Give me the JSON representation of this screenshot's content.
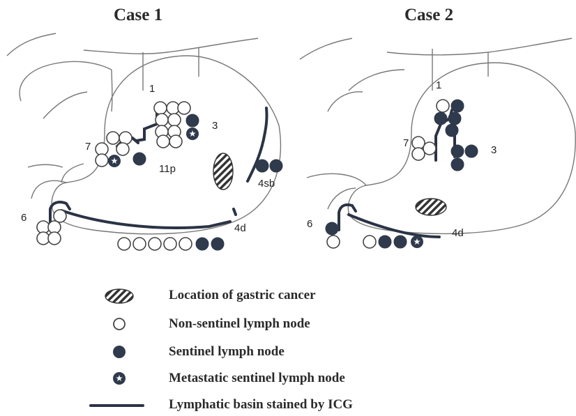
{
  "case1": {
    "title": "Case 1",
    "stations": {
      "s1": "1",
      "s3": "3",
      "s7": "7",
      "s11p": "11p",
      "s4sb": "4sb",
      "s6": "6",
      "s4d": "4d"
    }
  },
  "case2": {
    "title": "Case 2",
    "stations": {
      "s1": "1",
      "s3": "3",
      "s7": "7",
      "s6": "6",
      "s4d": "4d"
    }
  },
  "legend": {
    "items": [
      {
        "label": "Location of gastric cancer",
        "symbol": "hatched-oval-icon"
      },
      {
        "label": "Non-sentinel lymph node",
        "symbol": "open-circle-icon"
      },
      {
        "label": "Sentinel lymph node",
        "symbol": "filled-circle-icon"
      },
      {
        "label": "Metastatic sentinel lymph node",
        "symbol": "star-circle-icon"
      },
      {
        "label": "Lymphatic basin stained by ICG",
        "symbol": "thick-line-icon"
      }
    ]
  },
  "colors": {
    "node_fill": "#2f3a4c",
    "outline": "#555555",
    "basin": "#2b3345"
  }
}
